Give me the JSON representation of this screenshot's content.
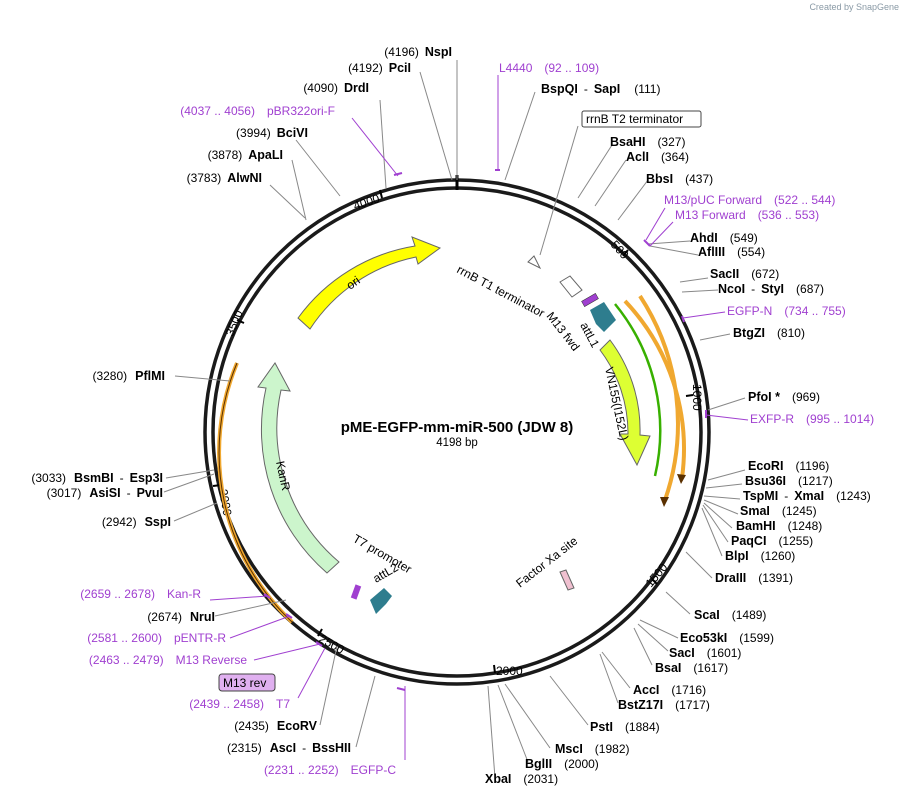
{
  "credit": "Created by SnapGene",
  "title": "pME-EGFP-mm-miR-500 (JDW 8)",
  "subtitle": "4198 bp",
  "ticks": [
    "500",
    "1000",
    "1500",
    "2000",
    "2500",
    "3000",
    "3500",
    "4000"
  ],
  "enzymes": [
    {
      "pos": "(4196)",
      "name": "NspI"
    },
    {
      "pos": "(4192)",
      "name": "PciI"
    },
    {
      "pos": "(4090)",
      "name": "DrdI"
    },
    {
      "pos": "(3994)",
      "name": "BciVI"
    },
    {
      "pos": "(3878)",
      "name": "ApaLI"
    },
    {
      "pos": "(3783)",
      "name": "AlwNI"
    },
    {
      "name": "BspQI",
      "sep": "-",
      "name2": "SapI",
      "pos": "(111)"
    },
    {
      "name": "BsaHI",
      "pos": "(327)"
    },
    {
      "name": "AclI",
      "pos": "(364)"
    },
    {
      "name": "BbsI",
      "pos": "(437)"
    },
    {
      "name": "AhdI",
      "pos": "(549)"
    },
    {
      "name": "AflIII",
      "pos": "(554)"
    },
    {
      "name": "SacII",
      "pos": "(672)"
    },
    {
      "name": "NcoI",
      "sep": "-",
      "name2": "StyI",
      "pos": "(687)"
    },
    {
      "name": "BtgZI",
      "pos": "(810)"
    },
    {
      "name": "PfoI *",
      "pos": "(969)"
    },
    {
      "name": "EcoRI",
      "pos": "(1196)"
    },
    {
      "name": "Bsu36I",
      "pos": "(1217)"
    },
    {
      "name": "TspMI",
      "sep": "-",
      "name2": "XmaI",
      "pos": "(1243)"
    },
    {
      "name": "SmaI",
      "pos": "(1245)"
    },
    {
      "name": "BamHI",
      "pos": "(1248)"
    },
    {
      "name": "PaqCI",
      "pos": "(1255)"
    },
    {
      "name": "BlpI",
      "pos": "(1260)"
    },
    {
      "name": "DraIII",
      "pos": "(1391)"
    },
    {
      "name": "ScaI",
      "pos": "(1489)"
    },
    {
      "name": "Eco53kI",
      "pos": "(1599)"
    },
    {
      "name": "SacI",
      "pos": "(1601)"
    },
    {
      "name": "BsaI",
      "pos": "(1617)"
    },
    {
      "name": "AccI",
      "pos": "(1716)"
    },
    {
      "name": "BstZ17I",
      "pos": "(1717)"
    },
    {
      "name": "PstI",
      "pos": "(1884)"
    },
    {
      "name": "MscI",
      "pos": "(1982)"
    },
    {
      "name": "BglII",
      "pos": "(2000)"
    },
    {
      "name": "XbaI",
      "pos": "(2031)"
    },
    {
      "pos": "(3280)",
      "name": "PflMI"
    },
    {
      "pos": "(3033)",
      "name": "BsmBI",
      "sep": "-",
      "name2": "Esp3I"
    },
    {
      "pos": "(3017)",
      "name": "AsiSI",
      "sep": "-",
      "name2": "PvuI"
    },
    {
      "pos": "(2942)",
      "name": "SspI"
    },
    {
      "pos": "(2674)",
      "name": "NruI"
    },
    {
      "pos": "(2435)",
      "name": "EcoRV"
    },
    {
      "pos": "(2315)",
      "name": "AscI",
      "sep": "-",
      "name2": "BssHII"
    }
  ],
  "primers": [
    {
      "name": "L4440",
      "range": "(92 .. 109)"
    },
    {
      "range": "(4037 .. 4056)",
      "name": "pBR322ori-F"
    },
    {
      "name": "M13/pUC Forward",
      "range": "(522 .. 544)"
    },
    {
      "name": "M13 Forward",
      "range": "(536 .. 553)"
    },
    {
      "name": "EGFP-N",
      "range": "(734 .. 755)"
    },
    {
      "name": "EXFP-R",
      "range": "(995 .. 1014)"
    },
    {
      "range": "(2659 .. 2678)",
      "name": "Kan-R"
    },
    {
      "range": "(2581 .. 2600)",
      "name": "pENTR-R"
    },
    {
      "range": "(2463 .. 2479)",
      "name": "M13 Reverse"
    },
    {
      "range": "(2439 .. 2458)",
      "name": "T7"
    },
    {
      "range": "(2231 .. 2252)",
      "name": "EGFP-C"
    }
  ],
  "boxed_labels": [
    "rrnB T2 terminator",
    "M13 rev"
  ],
  "features": [
    "ori",
    "KanR",
    "rrnB T1 terminator",
    "attL1",
    "M13 fwd",
    "VN155(I152L)",
    "Factor Xa site",
    "T7 promoter",
    "attL2"
  ],
  "colors": {
    "ori": "#ffff00",
    "kanr": "#ccf5cc",
    "vn155": "#ddff33",
    "teal": "#2e7d8e",
    "orange": "#f0a830",
    "green": "#38b000",
    "primer": "#a040d0"
  }
}
